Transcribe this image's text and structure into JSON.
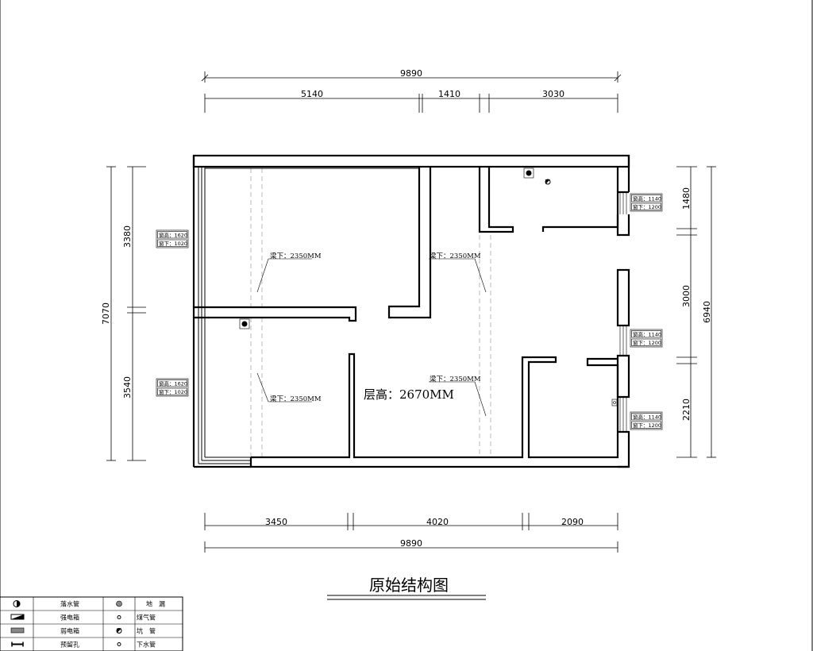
{
  "title": "原始结构图",
  "floor_height": "层高：2670MM",
  "dimensions": {
    "top_total": "9890",
    "top_1": "5140",
    "top_2": "1410",
    "top_3": "3030",
    "bottom_total": "9890",
    "bottom_1": "3450",
    "bottom_2": "4020",
    "bottom_3": "2090",
    "left_total": "7070",
    "left_1": "3380",
    "left_2": "3540",
    "right_total": "6940",
    "right_1": "1480",
    "right_2": "3000",
    "right_3": "2210"
  },
  "beams": [
    {
      "label": "梁下：2350MM"
    },
    {
      "label": "梁下：2350MM"
    },
    {
      "label": "梁下：2350MM"
    },
    {
      "label": "梁下：2350MM"
    }
  ],
  "windows": [
    {
      "height": "窗高：1620",
      "sill": "窗下：1020"
    },
    {
      "height": "窗高：1620",
      "sill": "窗下：1020"
    },
    {
      "height": "窗高：1140",
      "sill": "窗下：1200"
    },
    {
      "height": "窗高：1140",
      "sill": "窗下：1200"
    },
    {
      "height": "窗高：1140",
      "sill": "窗下：1200"
    }
  ],
  "legend": [
    {
      "left_icon": "drain-pipe-icon",
      "left_label": "落水管",
      "right_icon": "floor-drain-icon",
      "right_label": "地　漏"
    },
    {
      "left_icon": "power-box-icon",
      "left_label": "强电箱",
      "right_icon": "gas-pipe-icon",
      "right_label": "煤气管"
    },
    {
      "left_icon": "weak-box-icon",
      "left_label": "弱电箱",
      "right_icon": "pit-pipe-icon",
      "right_label": "坑　管"
    },
    {
      "left_icon": "reserved-hole-icon",
      "left_label": "预留孔",
      "right_icon": "sewer-pipe-icon",
      "right_label": "下水管"
    }
  ]
}
